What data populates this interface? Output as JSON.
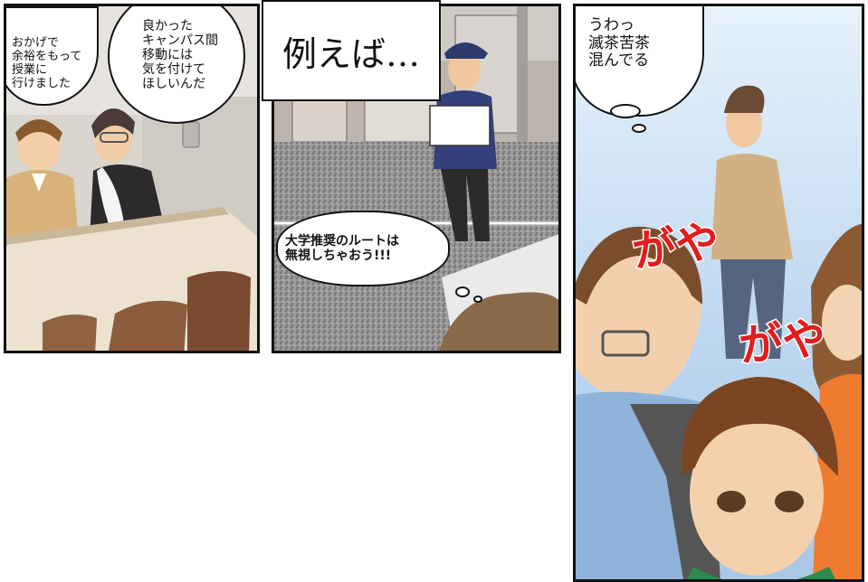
{
  "panel1": {
    "bubble_left": "おかげで\n余裕をもって\n授業に\n行けました",
    "bubble_right": "良かった\nキャンパス間\n移動には\n気を付けて\nほしいんだ"
  },
  "panel2": {
    "caption": "例えば…",
    "thought": "大学推奨のルートは\n無視しちゃおう!!!"
  },
  "panel3": {
    "thought": "うわっ\n滅茶苦茶\n混んでる",
    "sfx_top": "がや",
    "sfx_bottom": "がや"
  },
  "colors": {
    "sfx": "#e21d1d",
    "sky": "#bcd6ef",
    "panel_border": "#111111"
  }
}
